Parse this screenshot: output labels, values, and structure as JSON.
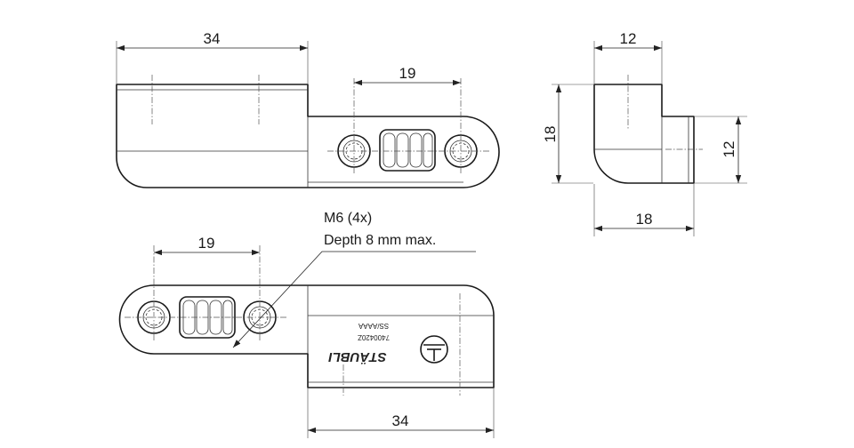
{
  "dimensions": {
    "top_left_width": "34",
    "top_hole_spacing": "19",
    "side_top_width": "12",
    "side_height": "18",
    "side_shank_height": "12",
    "side_bottom_width": "18",
    "bottom_hole_spacing": "19",
    "bottom_width": "34"
  },
  "note": {
    "thread": "M6 (4x)",
    "depth": "Depth 8 mm max."
  },
  "marking": {
    "brand": "STÄUBLI",
    "part_number": "7400420Z",
    "code": "SS/AAAA"
  }
}
